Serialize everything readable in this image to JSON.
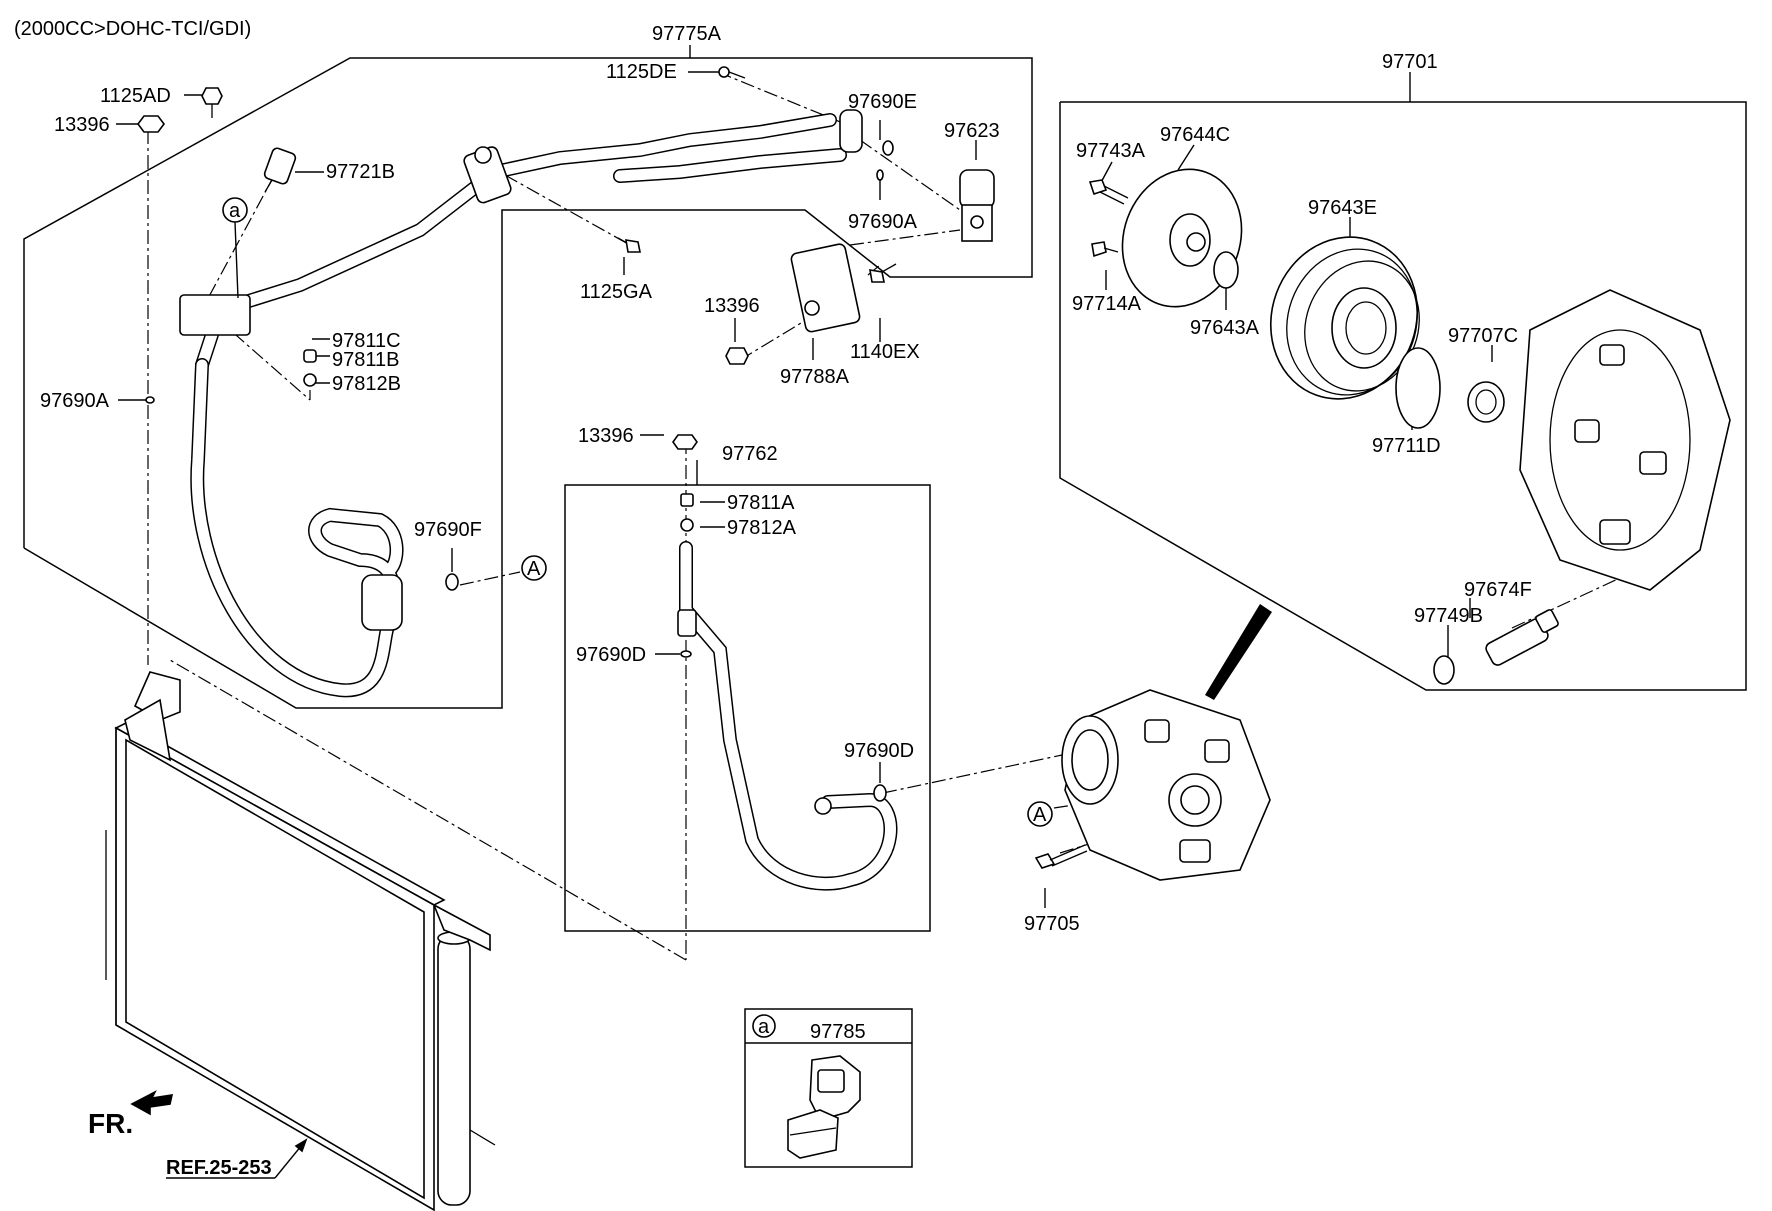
{
  "header": {
    "engine_note": "(2000CC>DOHC-TCI/GDI)"
  },
  "labels": {
    "p97775A": "97775A",
    "p1125DE": "1125DE",
    "p1125AD": "1125AD",
    "p13396_a": "13396",
    "p97721B": "97721B",
    "p97690E": "97690E",
    "p97623": "97623",
    "p97690A_a": "97690A",
    "p1125GA": "1125GA",
    "p13396_b": "13396",
    "p97788A": "97788A",
    "p1140EX": "1140EX",
    "p97811C": "97811C",
    "p97811B": "97811B",
    "p97812B": "97812B",
    "p97690A_b": "97690A",
    "p97690F": "97690F",
    "p13396_c": "13396",
    "p97762": "97762",
    "p97811A": "97811A",
    "p97812A": "97812A",
    "p97690D_a": "97690D",
    "p97690D_b": "97690D",
    "p97705": "97705",
    "p97701": "97701",
    "p97743A": "97743A",
    "p97644C": "97644C",
    "p97643E": "97643E",
    "p97714A": "97714A",
    "p97643A": "97643A",
    "p97707C": "97707C",
    "p97711D": "97711D",
    "p97674F": "97674F",
    "p97749B": "97749B",
    "p97785": "97785"
  },
  "callouts": {
    "a": "a",
    "A": "A"
  },
  "fr_label": "FR.",
  "ref_label": "REF.25-253"
}
